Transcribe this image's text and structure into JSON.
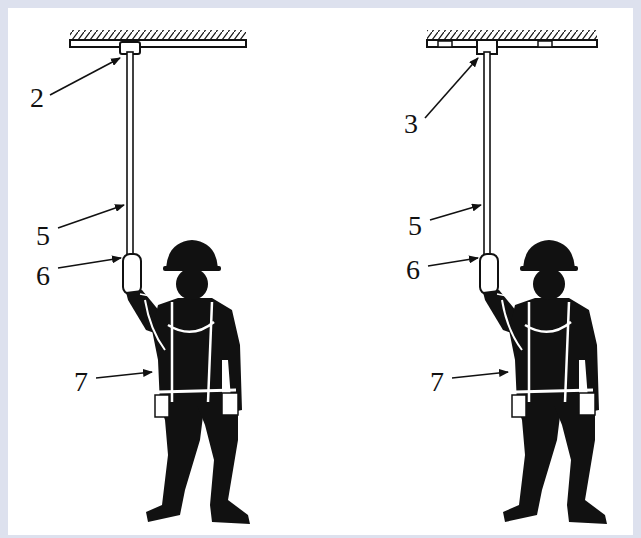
{
  "diagram": {
    "labels": [
      "2",
      "5",
      "6",
      "7",
      "3",
      "5",
      "6",
      "7"
    ]
  }
}
